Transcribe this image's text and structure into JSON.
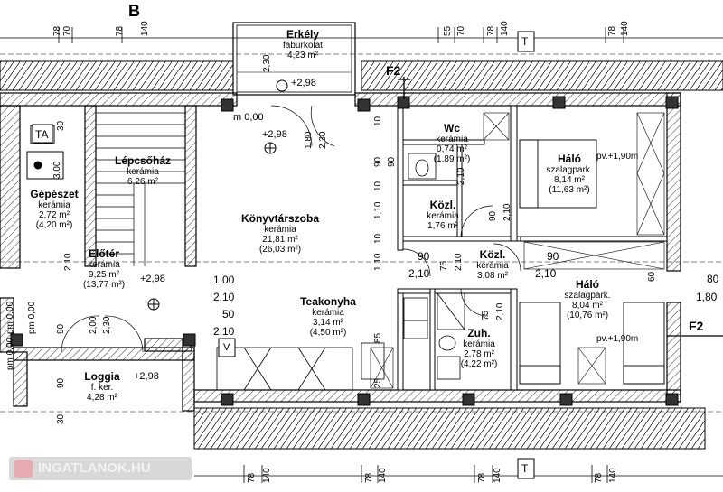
{
  "rooms": {
    "erkely": {
      "name": "Erkély",
      "floor": "faburkolat",
      "area": "4,23 m²"
    },
    "lepcsohaz": {
      "name": "Lépcsőház",
      "floor": "kerámia",
      "area": "6,26 m²"
    },
    "gepeszet": {
      "name": "Gépészet",
      "floor": "kerámia",
      "area": "2,72 m²",
      "area2": "(4,20 m²)"
    },
    "eloter": {
      "name": "Előtér",
      "floor": "kerámia",
      "area": "9,25 m²",
      "area2": "(13,77 m²)"
    },
    "loggia": {
      "name": "Loggia",
      "floor": "f. ker.",
      "area": "4,28 m²"
    },
    "konyvtar": {
      "name": "Könyvtárszoba",
      "floor": "kerámia",
      "area": "21,81 m²",
      "area2": "(26,03 m²)"
    },
    "teakonyha": {
      "name": "Teakonyha",
      "floor": "kerámia",
      "area": "3,14 m²",
      "area2": "(4,50 m²)"
    },
    "wc": {
      "name": "Wc",
      "floor": "kerámia",
      "area": "0,74 m²",
      "area2": "(1,89 m²)"
    },
    "kozl1": {
      "name": "Közl.",
      "floor": "kerámia",
      "area": "1,76 m²"
    },
    "kozl2": {
      "name": "Közl.",
      "floor": "kerámia",
      "area": "3,08 m²"
    },
    "zuh": {
      "name": "Zuh.",
      "floor": "kerámia",
      "area": "2,78 m²",
      "area2": "(4,22 m²)"
    },
    "halo1": {
      "name": "Háló",
      "floor": "szalagpark.",
      "area": "8,14 m²",
      "area2": "(11,63 m²)"
    },
    "halo2": {
      "name": "Háló",
      "floor": "szalagpark.",
      "area": "8,04 m²",
      "area2": "(10,76 m²)"
    }
  },
  "markers": {
    "ta": "TA",
    "v": "V",
    "t_top": "T",
    "t_bottom": "T",
    "b": "B",
    "f2_top": "F2",
    "f2_right": "F2"
  },
  "levels": {
    "erkely": "+2,98",
    "lepcso": "+2,98",
    "eloter": "+2,98",
    "loggia": "+2,98",
    "halo1": "pv.+1,90m",
    "halo2": "pv.+1,90m",
    "zero": "m 0,00",
    "pm1": "pm 0,00",
    "pm2": "pm 0,00",
    "pm3": "pm 0,00"
  },
  "dims": {
    "d78": "78",
    "d140": "140",
    "d55": "55",
    "d70": "70",
    "d80": "80",
    "d180": "1,80",
    "d60": "60",
    "d230": "2,30",
    "d180b": "1,80",
    "d100": "1,00",
    "d210": "2,10",
    "d50": "50",
    "d90": "90",
    "d110": "1,10",
    "d10": "10",
    "d75": "75",
    "d85": "85",
    "d300": "3,00",
    "d30": "30",
    "d200": "2,00",
    "d25": "25"
  },
  "watermark": "INGATLANOK.HU"
}
